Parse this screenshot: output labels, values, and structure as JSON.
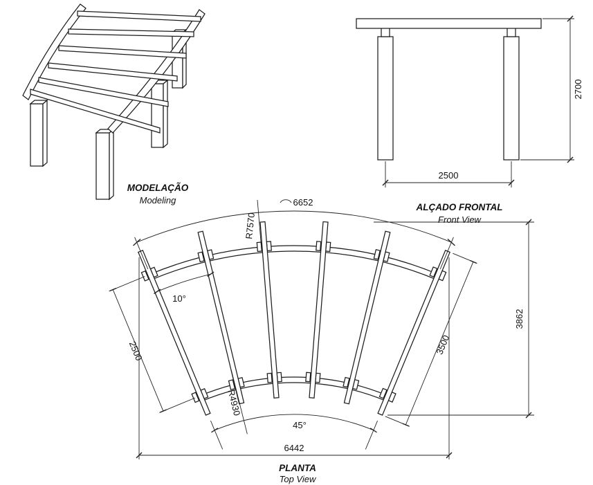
{
  "drawing": {
    "modeling": {
      "title": "MODELAÇÃO",
      "subtitle": "Modeling"
    },
    "front_view": {
      "title": "ALÇADO FRONTAL",
      "subtitle": "Front View",
      "height_mm": "2700",
      "width_mm": "2500"
    },
    "plan_view": {
      "title": "PLANTA",
      "subtitle": "Top View",
      "arc_length": "6652",
      "outer_radius": "R7570",
      "bay_angle": "10°",
      "bay_spacing_mm": "2500",
      "slat_length_mm": "3500",
      "overall_depth_mm": "3862",
      "inner_radius": "R4930",
      "fan_angle": "45°",
      "overall_width_mm": "6442"
    }
  }
}
